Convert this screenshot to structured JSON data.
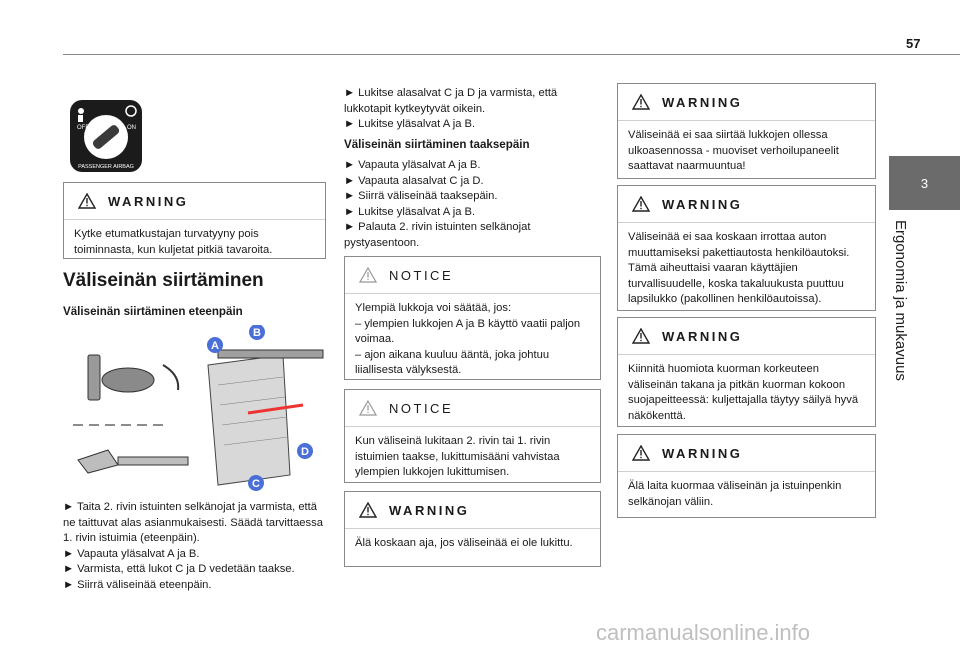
{
  "page_number": "57",
  "chapter": {
    "number": "3",
    "title": "Ergonomia ja mukavuus"
  },
  "airbag_icon": {
    "off": "OFF",
    "on": "ON",
    "label": "PASSENGER AIRBAG"
  },
  "left": {
    "warning_label": "WARNING",
    "warning_text": "Kytke etumatkustajan turvatyyny pois toiminnasta, kun kuljetat pitkiä tavaroita.",
    "section_title": "Väliseinän siirtäminen",
    "subsection_title": "Väliseinän siirtäminen eteenpäin",
    "diagram_letters": [
      "A",
      "B",
      "C",
      "D"
    ],
    "steps": [
      "► Taita 2. rivin istuinten selkänojat ja varmista, että ne taittuvat alas asianmukaisesti. Säädä tarvittaessa 1. rivin istuimia (eteenpäin).",
      "► Vapauta yläsalvat A ja B.",
      "► Varmista, että lukot C ja D vedetään taakse.",
      "► Siirrä väliseinää eteenpäin."
    ]
  },
  "middle": {
    "intro_line1": "► Lukitse alasalvat C ja D ja varmista, että lukkotapit kytkeytyvät oikein.",
    "intro_line2": "► Lukitse yläsalvat A ja B.",
    "back_title": "Väliseinän siirtäminen taaksepäin",
    "back_steps": [
      "► Vapauta yläsalvat A ja B.",
      "► Vapauta alasalvat C ja D.",
      "► Siirrä väliseinää taaksepäin.",
      "► Lukitse yläsalvat A ja B.",
      "► Palauta 2. rivin istuinten selkänojat pystyasentoon."
    ],
    "notice_label": "NOTICE",
    "notice1_text": "Ylempiä lukkoja voi säätää, jos:\n– ylempien lukkojen A ja B käyttö vaatii paljon voimaa.\n– ajon aikana kuuluu ääntä, joka johtuu liiallisesta välyksestä.",
    "notice2_text": "Kun väliseinä lukitaan 2. rivin tai 1. rivin istuimien taakse, lukittumisääni vahvistaa ylempien lukkojen lukittumisen.",
    "warning_label": "WARNING",
    "warning_text": "Älä koskaan aja, jos väliseinää ei ole lukittu."
  },
  "right": {
    "warning_label": "WARNING",
    "warnings": [
      "Väliseinää ei saa siirtää lukkojen ollessa ulkoasennossa - muoviset verhoilupaneelit saattavat naarmuuntua!",
      "Väliseinää ei saa koskaan irrottaa auton muuttamiseksi pakettiautosta henkilöautoksi. Tämä aiheuttaisi vaaran käyttäjien turvallisuudelle, koska takaluukusta puuttuu lapsilukko (pakollinen henkilöautoissa).",
      "Kiinnitä huomiota kuorman korkeuteen väliseinän takana ja pitkän kuorman kokoon suojapeitteessä: kuljettajalla täytyy säilyä hyvä näkökenttä.",
      "Älä laita kuormaa väliseinän ja istuinpenkin selkänojan väliin."
    ]
  },
  "footer": "carmanualsonline.info",
  "colors": {
    "accent_letters": "#4a6fd6",
    "tab": "#6b6b6b",
    "text": "#1a1a1a"
  }
}
